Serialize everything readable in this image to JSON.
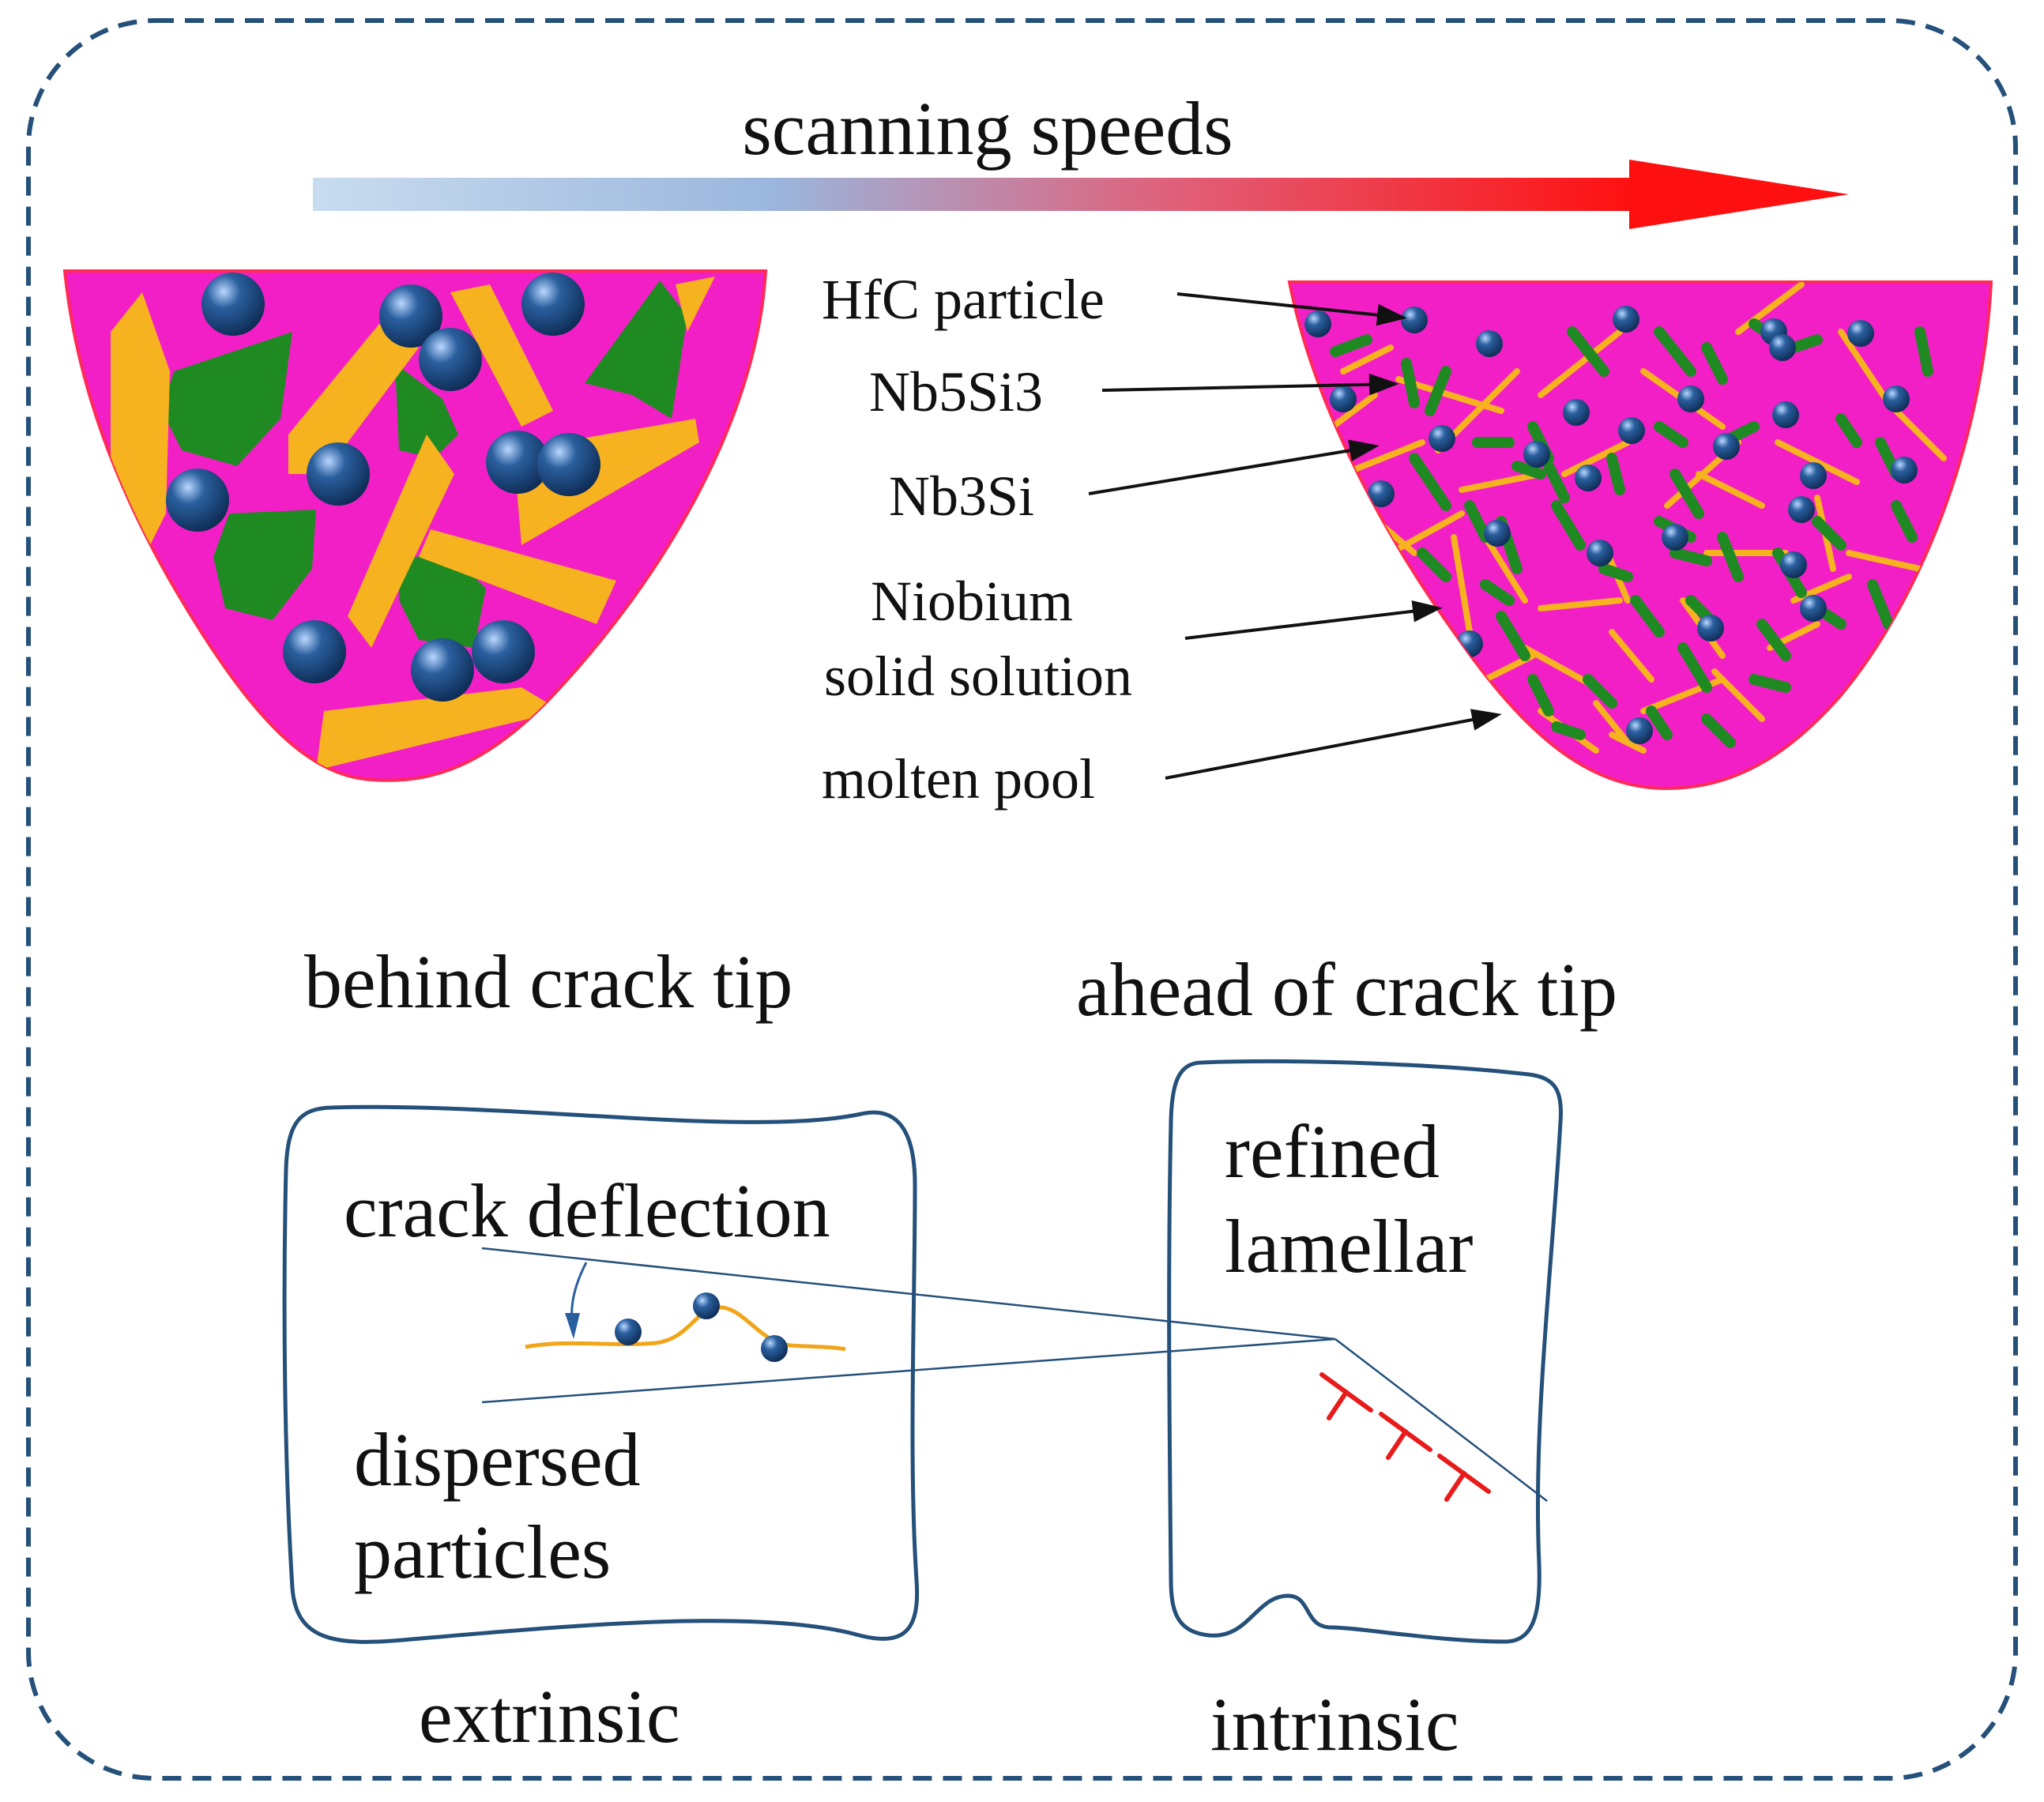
{
  "colors": {
    "frame": "#24507a",
    "pool_fill": "#f31fc6",
    "pool_edge": "#ff2a55",
    "nb5si3": "#1f8a22",
    "nb3si": "#f6b21f",
    "particle": "#2a5f9e",
    "dislocation": "#e81a1a",
    "arrow_start": "#c9dcef",
    "arrow_mid": "#9ab6dd",
    "arrow_end": "#ff1010"
  },
  "top": {
    "arrow_label": "scanning speeds"
  },
  "legend": {
    "hfc": "HfC particle",
    "nb5si3": "Nb5Si3",
    "nb3si": "Nb3Si",
    "niobium_line1": "Niobium",
    "niobium_line2": "solid solution",
    "molten_pool": "molten pool"
  },
  "bottom": {
    "behind_title": "behind crack tip",
    "ahead_title": "ahead of crack tip",
    "crack_deflection": "crack deflection",
    "dispersed_line1": "dispersed",
    "dispersed_line2": "particles",
    "refined_line1": "refined",
    "refined_line2": "lamellar",
    "extrinsic": "extrinsic",
    "intrinsic": "intrinsic"
  }
}
